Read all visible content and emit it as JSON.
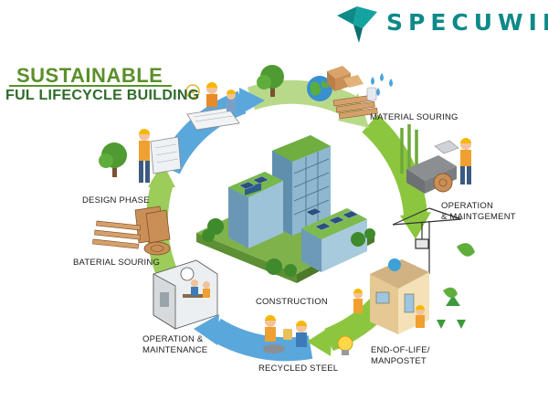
{
  "brand": {
    "name": "SPECUWIN",
    "color": "#0e8a88"
  },
  "title": {
    "line1": "SUSTAINABLE",
    "line2": "FUL LIFECYCLE BUILDING"
  },
  "labels": {
    "material_souring": "MATERIAL SOURING",
    "operation_maintgement_1": "OPERATION",
    "operation_maintgement_2": "& MAINTGEMENT",
    "design_phase": "DESIGN PHASE",
    "baterial_souring": "BATERIAL SOURING",
    "construction": "CONSTRUCTION",
    "operation_maintenance_1": "OPERATION &",
    "operation_maintenance_2": "MAINTENANCE",
    "recycled_steel": "RECYCLED STEEL",
    "end_of_life_1": "END-OF-LIFE/",
    "end_of_life_2": "MANPOSTET"
  },
  "colors": {
    "arrow_blue": "#5aa7dc",
    "arrow_green": "#8cc63f",
    "title_green": "#5b8f2a"
  }
}
